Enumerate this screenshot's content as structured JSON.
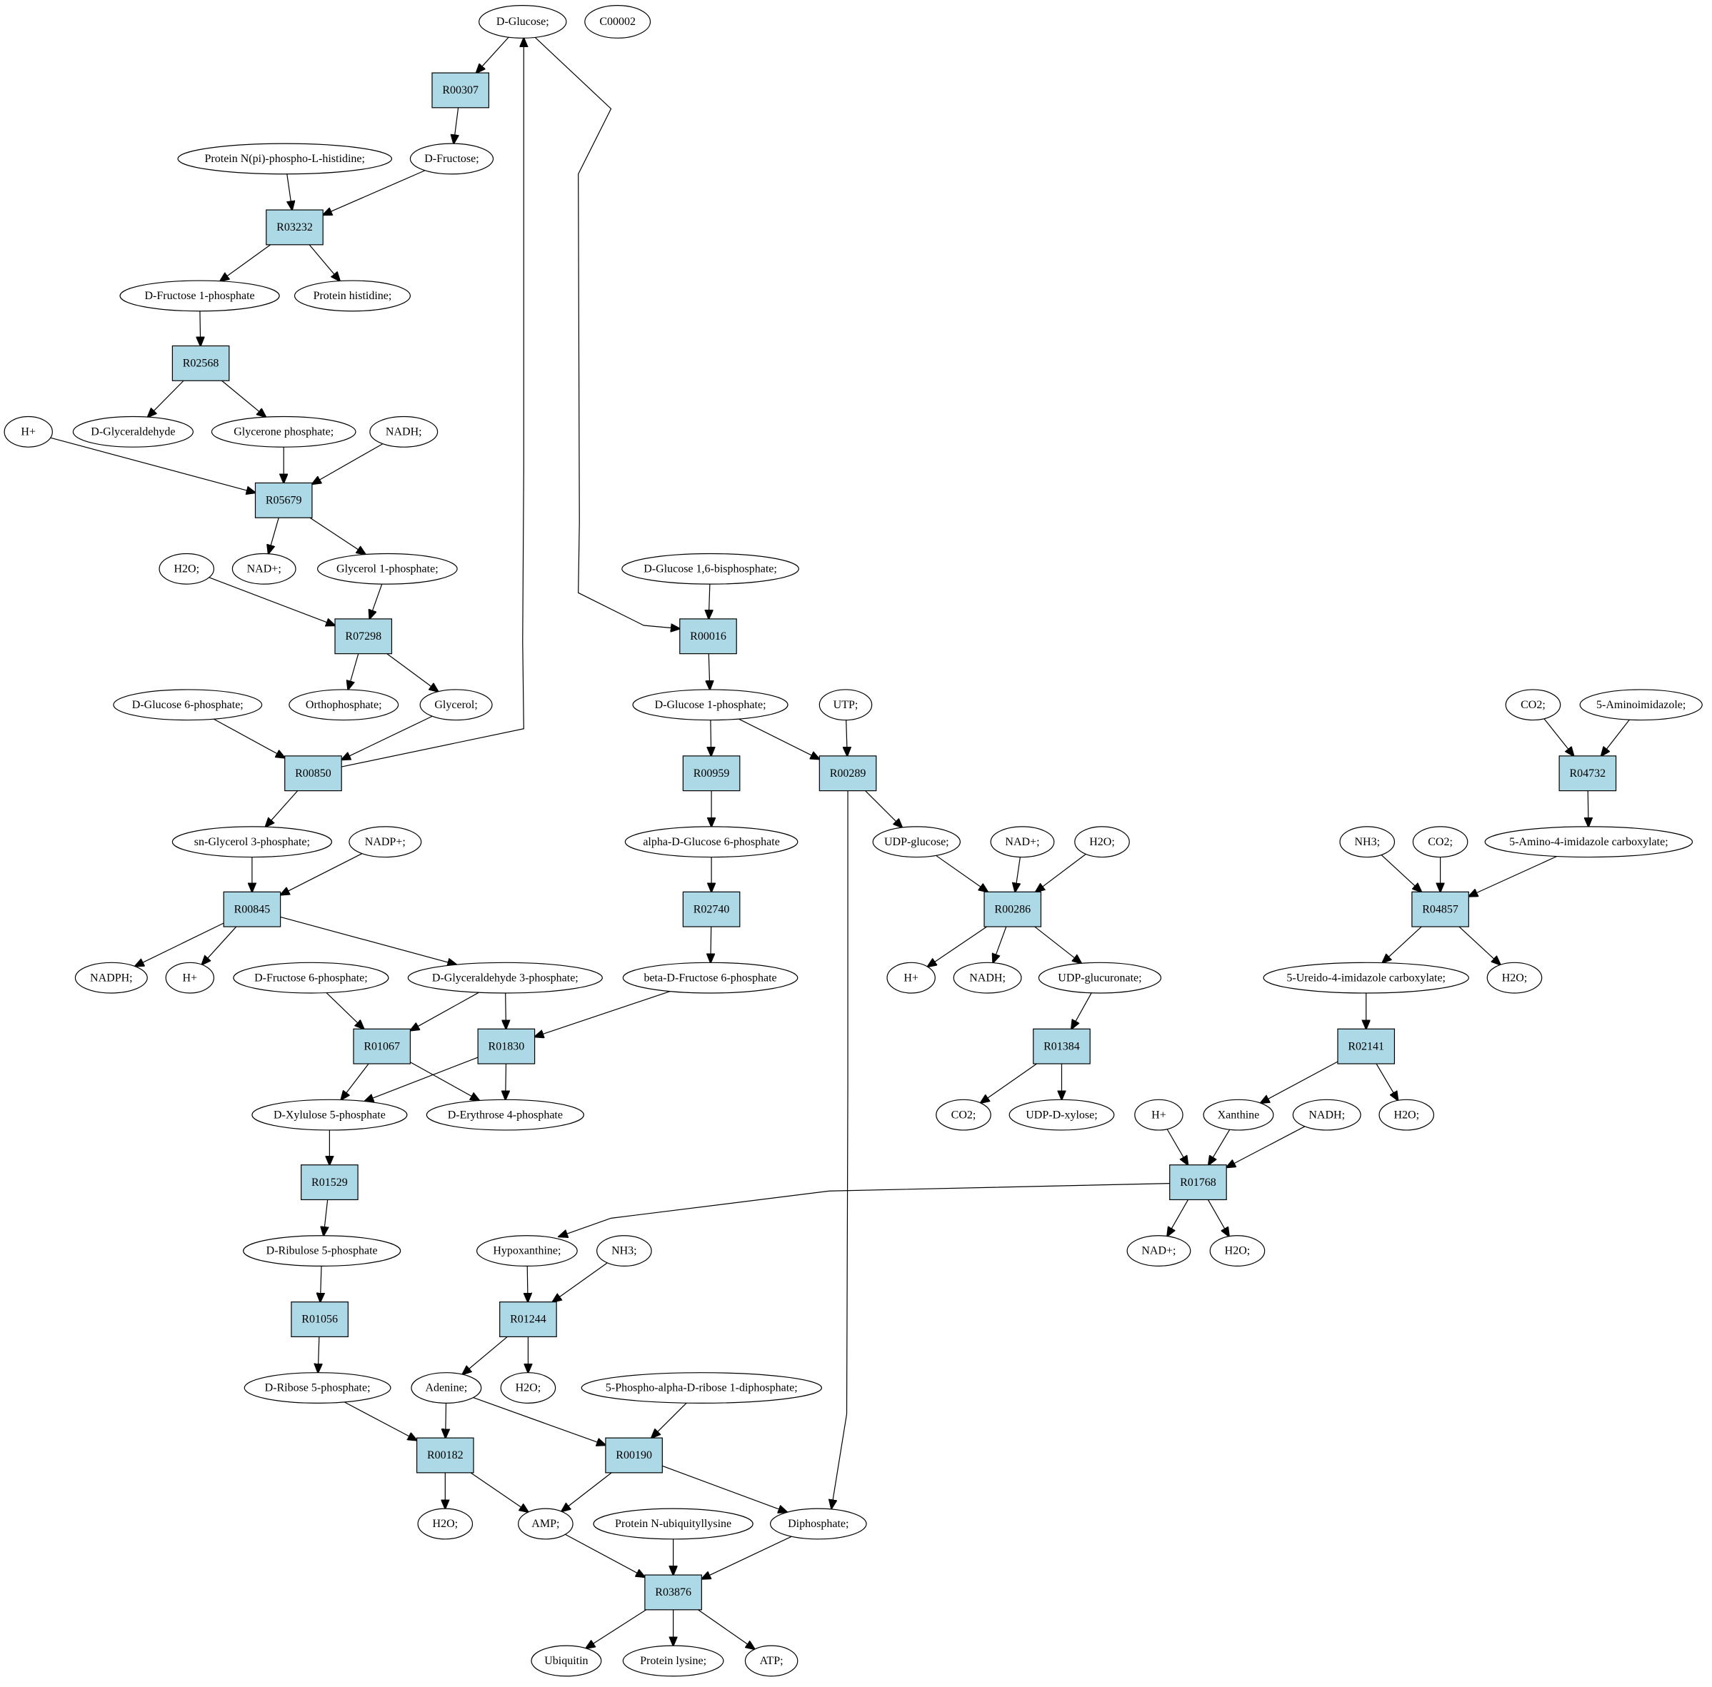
{
  "colors": {
    "start_node": "#00ee00",
    "legend_node": "#ffff00",
    "reaction_fill": "#add8e6",
    "compound_fill": "#ffffff"
  },
  "graph": {
    "nodes": [
      {
        "id": "D-Glucose;",
        "label": "D-Glucose;",
        "kind": "start"
      },
      {
        "id": "C00002",
        "label": "C00002",
        "kind": "legend"
      },
      {
        "id": "R00307",
        "label": "R00307",
        "kind": "reaction"
      },
      {
        "id": "D-Fructose;",
        "label": "D-Fructose;",
        "kind": "compound"
      },
      {
        "id": "Protein N(pi)-phospho-L-histidine;",
        "label": "Protein N(pi)-phospho-L-histidine;",
        "kind": "compound"
      },
      {
        "id": "R03232",
        "label": "R03232",
        "kind": "reaction"
      },
      {
        "id": "D-Fructose 1-phosphate",
        "label": "D-Fructose 1-phosphate",
        "kind": "compound"
      },
      {
        "id": "Protein histidine;",
        "label": "Protein histidine;",
        "kind": "compound"
      },
      {
        "id": "R02568",
        "label": "R02568",
        "kind": "reaction"
      },
      {
        "id": "H+ #1",
        "label": "H+",
        "kind": "compound"
      },
      {
        "id": "D-Glyceraldehyde",
        "label": "D-Glyceraldehyde",
        "kind": "compound"
      },
      {
        "id": "Glycerone phosphate;",
        "label": "Glycerone phosphate;",
        "kind": "compound"
      },
      {
        "id": "NADH; #1",
        "label": "NADH;",
        "kind": "compound"
      },
      {
        "id": "R05679",
        "label": "R05679",
        "kind": "reaction"
      },
      {
        "id": "H2O; #1",
        "label": "H2O;",
        "kind": "compound"
      },
      {
        "id": "NAD+; #1",
        "label": "NAD+;",
        "kind": "compound"
      },
      {
        "id": "Glycerol 1-phosphate;",
        "label": "Glycerol 1-phosphate;",
        "kind": "compound"
      },
      {
        "id": "R07298",
        "label": "R07298",
        "kind": "reaction"
      },
      {
        "id": "D-Glucose 6-phosphate;",
        "label": "D-Glucose 6-phosphate;",
        "kind": "compound"
      },
      {
        "id": "Orthophosphate;",
        "label": "Orthophosphate;",
        "kind": "compound"
      },
      {
        "id": "Glycerol;",
        "label": "Glycerol;",
        "kind": "compound"
      },
      {
        "id": "R00850",
        "label": "R00850",
        "kind": "reaction"
      },
      {
        "id": "sn-Glycerol 3-phosphate;",
        "label": "sn-Glycerol 3-phosphate;",
        "kind": "compound"
      },
      {
        "id": "NADP+;",
        "label": "NADP+;",
        "kind": "compound"
      },
      {
        "id": "R00845",
        "label": "R00845",
        "kind": "reaction"
      },
      {
        "id": "NADPH;",
        "label": "NADPH;",
        "kind": "compound"
      },
      {
        "id": "H+ #2",
        "label": "H+",
        "kind": "compound"
      },
      {
        "id": "D-Fructose 6-phosphate;",
        "label": "D-Fructose 6-phosphate;",
        "kind": "compound"
      },
      {
        "id": "D-Glyceraldehyde 3-phosphate;",
        "label": "D-Glyceraldehyde 3-phosphate;",
        "kind": "compound"
      },
      {
        "id": "R01067",
        "label": "R01067",
        "kind": "reaction"
      },
      {
        "id": "R01830",
        "label": "R01830",
        "kind": "reaction"
      },
      {
        "id": "D-Xylulose 5-phosphate",
        "label": "D-Xylulose 5-phosphate",
        "kind": "compound"
      },
      {
        "id": "D-Erythrose 4-phosphate",
        "label": "D-Erythrose 4-phosphate",
        "kind": "compound"
      },
      {
        "id": "R01529",
        "label": "R01529",
        "kind": "reaction"
      },
      {
        "id": "D-Ribulose 5-phosphate",
        "label": "D-Ribulose 5-phosphate",
        "kind": "compound"
      },
      {
        "id": "R01056",
        "label": "R01056",
        "kind": "reaction"
      },
      {
        "id": "D-Ribose 5-phosphate;",
        "label": "D-Ribose 5-phosphate;",
        "kind": "compound"
      },
      {
        "id": "D-Glucose 1,6-bisphosphate;",
        "label": "D-Glucose 1,6-bisphosphate;",
        "kind": "compound"
      },
      {
        "id": "R00016",
        "label": "R00016",
        "kind": "reaction"
      },
      {
        "id": "D-Glucose 1-phosphate;",
        "label": "D-Glucose 1-phosphate;",
        "kind": "compound"
      },
      {
        "id": "UTP;",
        "label": "UTP;",
        "kind": "compound"
      },
      {
        "id": "R00959",
        "label": "R00959",
        "kind": "reaction"
      },
      {
        "id": "R00289",
        "label": "R00289",
        "kind": "reaction"
      },
      {
        "id": "alpha-D-Glucose 6-phosphate",
        "label": "alpha-D-Glucose 6-phosphate",
        "kind": "compound"
      },
      {
        "id": "R02740",
        "label": "R02740",
        "kind": "reaction"
      },
      {
        "id": "beta-D-Fructose 6-phosphate",
        "label": "beta-D-Fructose 6-phosphate",
        "kind": "compound"
      },
      {
        "id": "UDP-glucose;",
        "label": "UDP-glucose;",
        "kind": "compound"
      },
      {
        "id": "NAD+; #2",
        "label": "NAD+;",
        "kind": "compound"
      },
      {
        "id": "H2O; #2",
        "label": "H2O;",
        "kind": "compound"
      },
      {
        "id": "R00286",
        "label": "R00286",
        "kind": "reaction"
      },
      {
        "id": "H+ #3",
        "label": "H+",
        "kind": "compound"
      },
      {
        "id": "NADH; #2",
        "label": "NADH;",
        "kind": "compound"
      },
      {
        "id": "UDP-glucuronate;",
        "label": "UDP-glucuronate;",
        "kind": "compound"
      },
      {
        "id": "R01384",
        "label": "R01384",
        "kind": "reaction"
      },
      {
        "id": "CO2; #1",
        "label": "CO2;",
        "kind": "compound"
      },
      {
        "id": "UDP-D-xylose;",
        "label": "UDP-D-xylose;",
        "kind": "compound"
      },
      {
        "id": "CO2; #2",
        "label": "CO2;",
        "kind": "compound"
      },
      {
        "id": "5-Aminoimidazole;",
        "label": "5-Aminoimidazole;",
        "kind": "compound"
      },
      {
        "id": "R04732",
        "label": "R04732",
        "kind": "reaction"
      },
      {
        "id": "NH3; #1",
        "label": "NH3;",
        "kind": "compound"
      },
      {
        "id": "CO2; #3",
        "label": "CO2;",
        "kind": "compound"
      },
      {
        "id": "5-Amino-4-imidazole carboxylate;",
        "label": "5-Amino-4-imidazole carboxylate;",
        "kind": "compound"
      },
      {
        "id": "R04857",
        "label": "R04857",
        "kind": "reaction"
      },
      {
        "id": "5-Ureido-4-imidazole carboxylate;",
        "label": "5-Ureido-4-imidazole carboxylate;",
        "kind": "compound"
      },
      {
        "id": "H2O; #3",
        "label": "H2O;",
        "kind": "compound"
      },
      {
        "id": "R02141",
        "label": "R02141",
        "kind": "reaction"
      },
      {
        "id": "H+ #4",
        "label": "H+",
        "kind": "compound"
      },
      {
        "id": "Xanthine",
        "label": "Xanthine",
        "kind": "compound"
      },
      {
        "id": "NADH; #3",
        "label": "NADH;",
        "kind": "compound"
      },
      {
        "id": "H2O; #4",
        "label": "H2O;",
        "kind": "compound"
      },
      {
        "id": "R01768",
        "label": "R01768",
        "kind": "reaction"
      },
      {
        "id": "NAD+; #3",
        "label": "NAD+;",
        "kind": "compound"
      },
      {
        "id": "H2O; #5",
        "label": "H2O;",
        "kind": "compound"
      },
      {
        "id": "Hypoxanthine;",
        "label": "Hypoxanthine;",
        "kind": "compound"
      },
      {
        "id": "NH3; #2",
        "label": "NH3;",
        "kind": "compound"
      },
      {
        "id": "R01244",
        "label": "R01244",
        "kind": "reaction"
      },
      {
        "id": "Adenine;",
        "label": "Adenine;",
        "kind": "compound"
      },
      {
        "id": "H2O; #6",
        "label": "H2O;",
        "kind": "compound"
      },
      {
        "id": "5-Phospho-alpha-D-ribose 1-diphosphate;",
        "label": "5-Phospho-alpha-D-ribose 1-diphosphate;",
        "kind": "compound"
      },
      {
        "id": "R00182",
        "label": "R00182",
        "kind": "reaction"
      },
      {
        "id": "R00190",
        "label": "R00190",
        "kind": "reaction"
      },
      {
        "id": "H2O; #7",
        "label": "H2O;",
        "kind": "compound"
      },
      {
        "id": "AMP;",
        "label": "AMP;",
        "kind": "compound"
      },
      {
        "id": "Protein N-ubiquityllysine",
        "label": "Protein N-ubiquityllysine",
        "kind": "compound"
      },
      {
        "id": "Diphosphate;",
        "label": "Diphosphate;",
        "kind": "compound"
      },
      {
        "id": "R03876",
        "label": "R03876",
        "kind": "reaction"
      },
      {
        "id": "Ubiquitin",
        "label": "Ubiquitin",
        "kind": "compound"
      },
      {
        "id": "Protein lysine;",
        "label": "Protein lysine;",
        "kind": "compound"
      },
      {
        "id": "ATP;",
        "label": "ATP;",
        "kind": "compound"
      }
    ],
    "edges": [
      [
        "D-Glucose;",
        "R00307"
      ],
      [
        "R00307",
        "D-Fructose;"
      ],
      [
        "Protein N(pi)-phospho-L-histidine;",
        "R03232"
      ],
      [
        "D-Fructose;",
        "R03232"
      ],
      [
        "R03232",
        "D-Fructose 1-phosphate"
      ],
      [
        "R03232",
        "Protein histidine;"
      ],
      [
        "D-Fructose 1-phosphate",
        "R02568"
      ],
      [
        "R02568",
        "D-Glyceraldehyde"
      ],
      [
        "R02568",
        "Glycerone phosphate;"
      ],
      [
        "H+ #1",
        "R05679"
      ],
      [
        "Glycerone phosphate;",
        "R05679"
      ],
      [
        "NADH; #1",
        "R05679"
      ],
      [
        "R05679",
        "NAD+; #1"
      ],
      [
        "R05679",
        "Glycerol 1-phosphate;"
      ],
      [
        "H2O; #1",
        "R07298"
      ],
      [
        "Glycerol 1-phosphate;",
        "R07298"
      ],
      [
        "R07298",
        "Orthophosphate;"
      ],
      [
        "R07298",
        "Glycerol;"
      ],
      [
        "D-Glucose 6-phosphate;",
        "R00850"
      ],
      [
        "Glycerol;",
        "R00850"
      ],
      [
        "R00850",
        "D-Glucose;"
      ],
      [
        "R00850",
        "sn-Glycerol 3-phosphate;"
      ],
      [
        "sn-Glycerol 3-phosphate;",
        "R00845"
      ],
      [
        "NADP+;",
        "R00845"
      ],
      [
        "R00845",
        "NADPH;"
      ],
      [
        "R00845",
        "H+ #2"
      ],
      [
        "R00845",
        "D-Glyceraldehyde 3-phosphate;"
      ],
      [
        "D-Fructose 6-phosphate;",
        "R01067"
      ],
      [
        "D-Glyceraldehyde 3-phosphate;",
        "R01067"
      ],
      [
        "D-Glyceraldehyde 3-phosphate;",
        "R01830"
      ],
      [
        "beta-D-Fructose 6-phosphate",
        "R01830"
      ],
      [
        "R01067",
        "D-Xylulose 5-phosphate"
      ],
      [
        "R01067",
        "D-Erythrose 4-phosphate"
      ],
      [
        "R01830",
        "D-Xylulose 5-phosphate"
      ],
      [
        "R01830",
        "D-Erythrose 4-phosphate"
      ],
      [
        "D-Xylulose 5-phosphate",
        "R01529"
      ],
      [
        "R01529",
        "D-Ribulose 5-phosphate"
      ],
      [
        "D-Ribulose 5-phosphate",
        "R01056"
      ],
      [
        "R01056",
        "D-Ribose 5-phosphate;"
      ],
      [
        "D-Glucose;",
        "R00016"
      ],
      [
        "D-Glucose 1,6-bisphosphate;",
        "R00016"
      ],
      [
        "R00016",
        "D-Glucose 1-phosphate;"
      ],
      [
        "D-Glucose 1-phosphate;",
        "R00959"
      ],
      [
        "D-Glucose 1-phosphate;",
        "R00289"
      ],
      [
        "UTP;",
        "R00289"
      ],
      [
        "R00959",
        "alpha-D-Glucose 6-phosphate"
      ],
      [
        "alpha-D-Glucose 6-phosphate",
        "R02740"
      ],
      [
        "R02740",
        "beta-D-Fructose 6-phosphate"
      ],
      [
        "R00289",
        "UDP-glucose;"
      ],
      [
        "R00289",
        "Diphosphate;"
      ],
      [
        "UDP-glucose;",
        "R00286"
      ],
      [
        "NAD+; #2",
        "R00286"
      ],
      [
        "H2O; #2",
        "R00286"
      ],
      [
        "R00286",
        "H+ #3"
      ],
      [
        "R00286",
        "NADH; #2"
      ],
      [
        "R00286",
        "UDP-glucuronate;"
      ],
      [
        "UDP-glucuronate;",
        "R01384"
      ],
      [
        "R01384",
        "CO2; #1"
      ],
      [
        "R01384",
        "UDP-D-xylose;"
      ],
      [
        "CO2; #2",
        "R04732"
      ],
      [
        "5-Aminoimidazole;",
        "R04732"
      ],
      [
        "R04732",
        "5-Amino-4-imidazole carboxylate;"
      ],
      [
        "NH3; #1",
        "R04857"
      ],
      [
        "CO2; #3",
        "R04857"
      ],
      [
        "5-Amino-4-imidazole carboxylate;",
        "R04857"
      ],
      [
        "R04857",
        "5-Ureido-4-imidazole carboxylate;"
      ],
      [
        "R04857",
        "H2O; #3"
      ],
      [
        "5-Ureido-4-imidazole carboxylate;",
        "R02141"
      ],
      [
        "R02141",
        "Xanthine"
      ],
      [
        "R02141",
        "H2O; #4"
      ],
      [
        "H+ #4",
        "R01768"
      ],
      [
        "Xanthine",
        "R01768"
      ],
      [
        "NADH; #3",
        "R01768"
      ],
      [
        "R01768",
        "NAD+; #3"
      ],
      [
        "R01768",
        "H2O; #5"
      ],
      [
        "R01768",
        "Hypoxanthine;"
      ],
      [
        "Hypoxanthine;",
        "R01244"
      ],
      [
        "NH3; #2",
        "R01244"
      ],
      [
        "R01244",
        "Adenine;"
      ],
      [
        "R01244",
        "H2O; #6"
      ],
      [
        "D-Ribose 5-phosphate;",
        "R00182"
      ],
      [
        "Adenine;",
        "R00182"
      ],
      [
        "Adenine;",
        "R00190"
      ],
      [
        "5-Phospho-alpha-D-ribose 1-diphosphate;",
        "R00190"
      ],
      [
        "R00182",
        "H2O; #7"
      ],
      [
        "R00182",
        "AMP;"
      ],
      [
        "R00190",
        "AMP;"
      ],
      [
        "R00190",
        "Diphosphate;"
      ],
      [
        "AMP;",
        "R03876"
      ],
      [
        "Protein N-ubiquityllysine",
        "R03876"
      ],
      [
        "Diphosphate;",
        "R03876"
      ],
      [
        "R03876",
        "Ubiquitin"
      ],
      [
        "R03876",
        "Protein lysine;"
      ],
      [
        "R03876",
        "ATP;"
      ]
    ]
  }
}
